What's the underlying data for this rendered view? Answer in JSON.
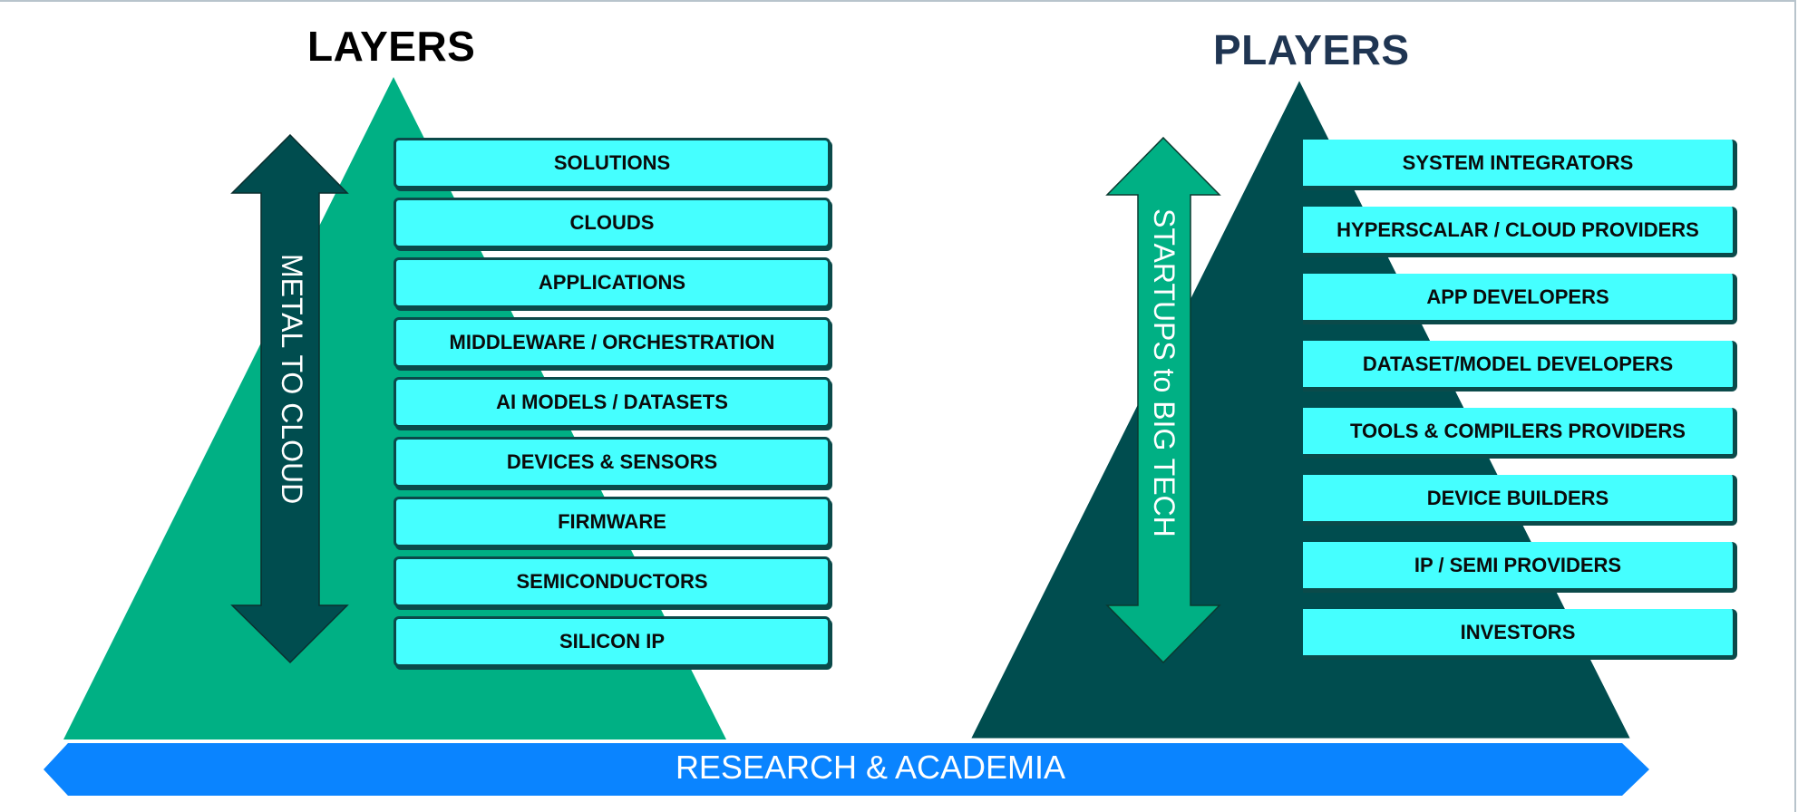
{
  "left": {
    "title": "LAYERS",
    "arrow_label": "METAL TO CLOUD",
    "items": [
      "SOLUTIONS",
      "CLOUDS",
      "APPLICATIONS",
      "MIDDLEWARE / ORCHESTRATION",
      "AI MODELS / DATASETS",
      "DEVICES & SENSORS",
      "FIRMWARE",
      "SEMICONDUCTORS",
      "SILICON IP"
    ]
  },
  "right": {
    "title": "PLAYERS",
    "arrow_label": "STARTUPS to BIG TECH",
    "items": [
      "SYSTEM INTEGRATORS",
      "HYPERSCALAR / CLOUD PROVIDERS",
      "APP DEVELOPERS",
      "DATASET/MODEL DEVELOPERS",
      "TOOLS & COMPILERS PROVIDERS",
      "DEVICE BUILDERS",
      "IP / SEMI PROVIDERS",
      "INVESTORS"
    ]
  },
  "base": {
    "label": "RESEARCH & ACADEMIA"
  },
  "colors": {
    "green": "#00B084",
    "dark_teal": "#004D4F",
    "cyan": "#45FFFF",
    "blue": "#0A84FF",
    "players_title": "#1F3552"
  }
}
